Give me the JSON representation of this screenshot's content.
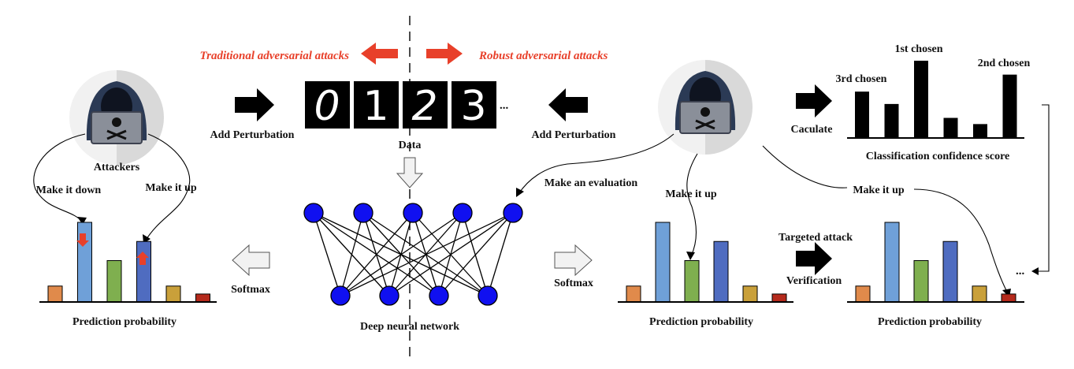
{
  "colors": {
    "accent_red": "#e8402a",
    "node_blue": "#1010f0",
    "bar_orange": "#e08a4b",
    "bar_lightblue": "#6fa0d8",
    "bar_green": "#7faf4f",
    "bar_blue": "#4f6cc0",
    "bar_gold": "#c9a03a",
    "bar_red": "#b52a1c"
  },
  "labels": {
    "traditional": "Traditional adversarial attacks",
    "robust": "Robust adversarial attacks",
    "add_perturbation_left": "Add Perturbation",
    "add_perturbation_right": "Add Perturbation",
    "data": "Data",
    "ellipsis_data": "...",
    "attackers": "Attackers",
    "make_down": "Make it down",
    "make_up_left": "Make it up",
    "softmax_left": "Softmax",
    "softmax_right": "Softmax",
    "pred_prob_left": "Prediction probability",
    "pred_prob_mid": "Prediction probability",
    "pred_prob_right": "Prediction probability",
    "dnn": "Deep neural network",
    "make_evaluation": "Make an evaluation",
    "make_up_mid": "Make it up",
    "make_up_right": "Make it up",
    "caculate": "Caculate",
    "confidence": "Classification confidence score",
    "first": "1st chosen",
    "second": "2nd chosen",
    "third": "3rd chosen",
    "targeted": "Targeted attack",
    "verification": "Verification",
    "ellipsis_right": "..."
  },
  "digits": [
    "0",
    "1",
    "2",
    "3"
  ],
  "icons": {
    "attacker_left": "hooded-hacker-icon",
    "attacker_right": "hooded-hacker-icon",
    "arrow": "arrow-icon"
  },
  "chart_data": [
    {
      "type": "bar",
      "title": "Prediction probability",
      "values": [
        0.2,
        1.0,
        0.52,
        0.76,
        0.2,
        0.1
      ]
    },
    {
      "type": "bar",
      "title": "Prediction probability",
      "values": [
        0.2,
        1.0,
        0.52,
        0.76,
        0.2,
        0.1
      ]
    },
    {
      "type": "bar",
      "title": "Prediction probability",
      "values": [
        0.2,
        1.0,
        0.52,
        0.76,
        0.2,
        0.1
      ]
    },
    {
      "type": "bar",
      "title": "Classification confidence score",
      "values": [
        0.6,
        0.44,
        1.0,
        0.26,
        0.18,
        0.82
      ]
    }
  ]
}
